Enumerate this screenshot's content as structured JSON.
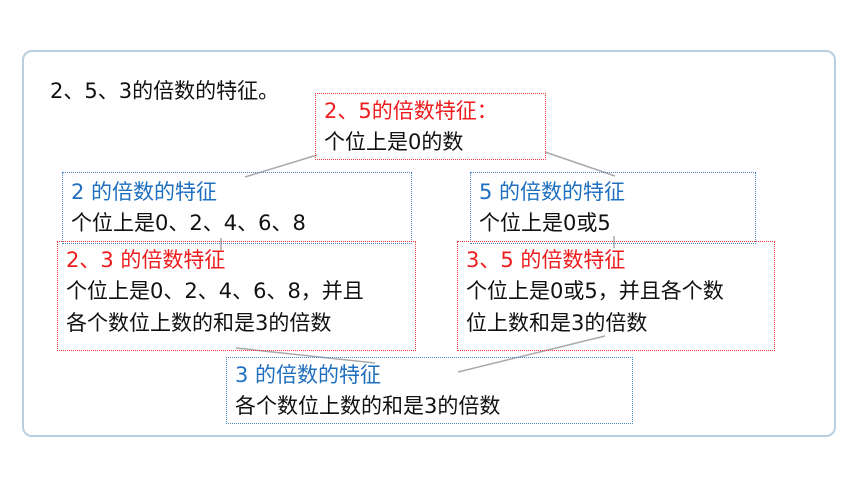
{
  "title": "2、5、3的倍数的特征。",
  "boxes": {
    "b25": {
      "heading": "2、5的倍数特征：",
      "lines": [
        "个位上是0的数"
      ]
    },
    "b2": {
      "heading": "2 的倍数的特征",
      "lines": [
        "个位上是0、2、4、6、8"
      ]
    },
    "b5": {
      "heading": "5 的倍数的特征",
      "lines": [
        "个位上是0或5"
      ]
    },
    "b23": {
      "heading": "2、3 的倍数特征",
      "lines": [
        "个位上是0、2、4、6、8，并且",
        "各个数位上数的和是3的倍数"
      ]
    },
    "b35": {
      "heading": "3、5 的倍数特征",
      "lines": [
        "个位上是0或5，并且各个数",
        "位上数和是3的倍数"
      ]
    },
    "b3": {
      "heading": "3 的倍数的特征",
      "lines": [
        "各个数位上数的和是3的倍数"
      ]
    }
  },
  "colors": {
    "red": "#ee1c1c",
    "blue": "#1f6fbf",
    "frame": "#b8cfe0",
    "connector": "#a9a9a9"
  }
}
